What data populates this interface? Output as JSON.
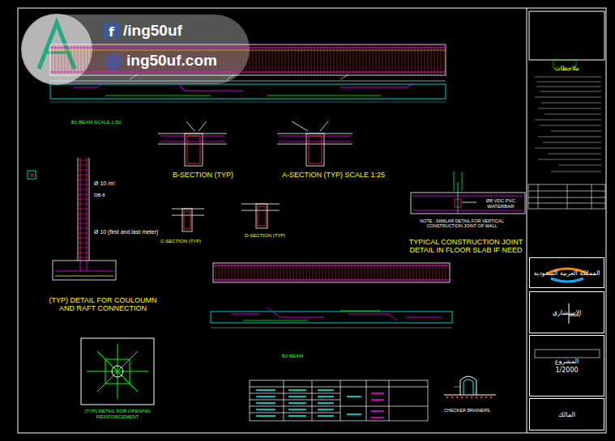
{
  "diagram": {
    "nodes": [
      {
        "text": [
          "ملاحظات"
        ]
      },
      {
        "text": [
          "المملكة العربية السعودية"
        ]
      },
      {
        "text": [
          "الاستشاري"
        ]
      },
      {
        "text": [
          "المشروع",
          "1/2000"
        ]
      },
      {
        "text": [
          "المالك"
        ]
      }
    ],
    "labels": [
      "/ing50uf",
      "ing50uf.com",
      "B1-BEAM   SCALE 1:50",
      "B-SECTION (TYP)",
      "A-SECTION (TYP) SCALE 1:25",
      "Ø 10 /m'",
      "Ø 10 (first and last meter)",
      "DB-8",
      "(TYP) DETAIL FOR COULOUMN AND RAFT CONNECTION",
      "C-SECTION (TYP)",
      "D-SECTION (TYP)",
      "Ø8 VDC PVC WATERBAR",
      "NOTE : SIMILAR DETAIL FOR VERTICAL CONSTRUCTION JOINT OF WALL",
      "TYPICAL CONSTRUCTION JOINT DETAIL IN FLOOR SLAB IF NEED",
      "B2-BEAM",
      "(TYP) DETAIL FOR OPENING REINFORCEMENT",
      "CHECKER BRAINERS"
    ]
  }
}
